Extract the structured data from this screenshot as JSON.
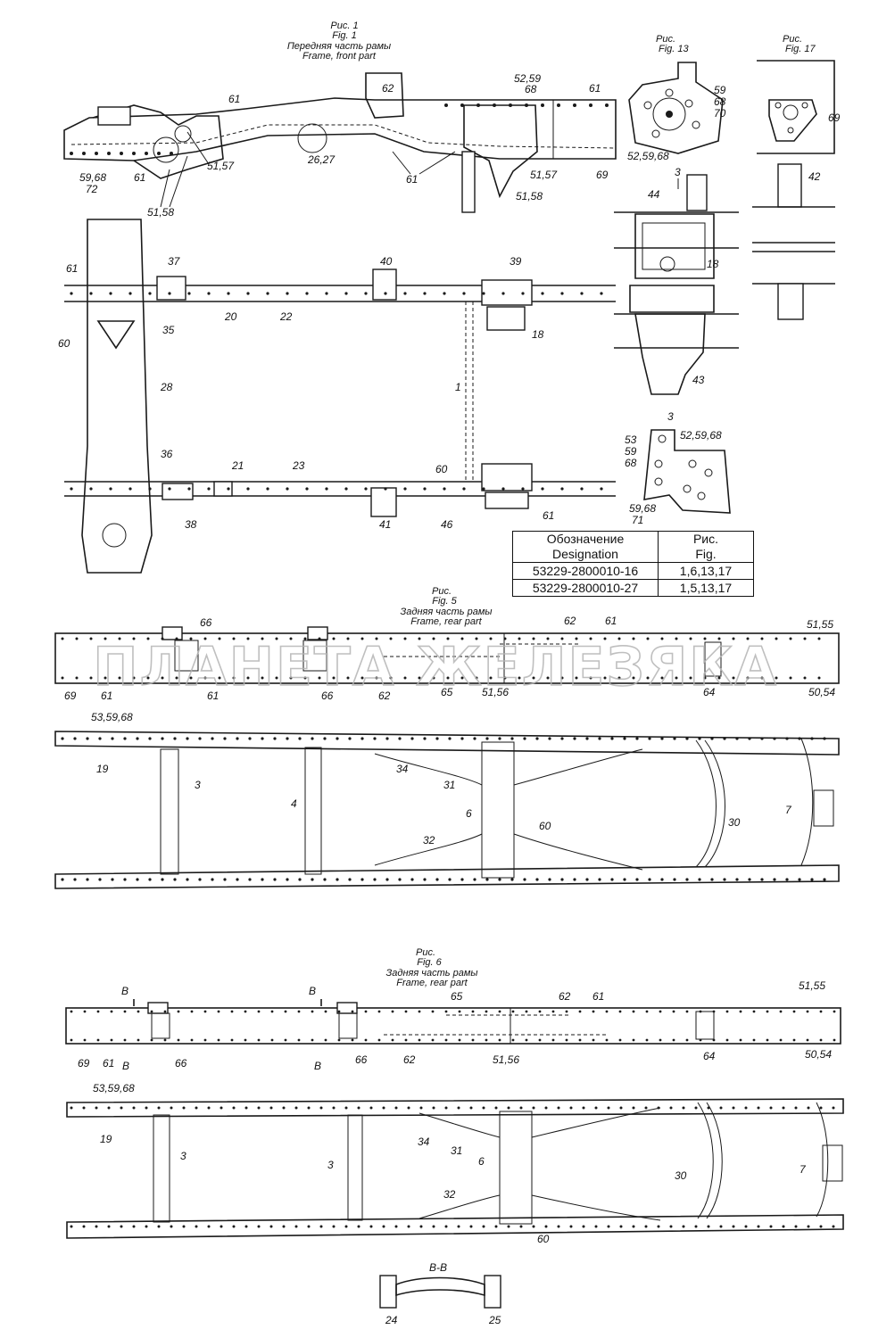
{
  "captions": {
    "fig1": {
      "num_ru": "Рис. 1",
      "num_en": "Fig. 1",
      "title_ru": "Передняя часть рамы",
      "title_en": "Frame, front part"
    },
    "fig13": {
      "num_ru": "Рис.",
      "num_en": "Fig. 13"
    },
    "fig17": {
      "num_ru": "Рис.",
      "num_en": "Fig. 17"
    },
    "fig5": {
      "num_ru": "Рис.",
      "num_en": "Fig. 5",
      "title_ru": "Задняя часть рамы",
      "title_en": "Frame, rear part"
    },
    "fig6": {
      "num_ru": "Рис.",
      "num_en": "Fig. 6",
      "title_ru": "Задняя часть рамы",
      "title_en": "Frame, rear part"
    },
    "section_bb": "B-B",
    "view3a": "3",
    "view3b": "3"
  },
  "table": {
    "header": {
      "col1_ru": "Обозначение",
      "col1_en": "Designation",
      "col2_ru": "Рис.",
      "col2_en": "Fig."
    },
    "rows": [
      {
        "designation": "53229-2800010-16",
        "fig": "1,6,13,17"
      },
      {
        "designation": "53229-2800010-27",
        "fig": "1,5,13,17"
      }
    ]
  },
  "watermark": "ПЛАНЕТА ЖЕЛЕЗЯКА",
  "callouts": {
    "f1_62": "62",
    "f1_5259_68": "52,59",
    "f1_68": "68",
    "f1_61a": "61",
    "f1_61b": "61",
    "f1_2627": "26,27",
    "f1_5157a": "51,57",
    "f1_59_68_72": "59,68",
    "f1_72": "72",
    "f1_61c": "61",
    "f1_61d": "61",
    "f1_5158a": "51,58",
    "f1_5157b": "51,57",
    "f1_69": "69",
    "f1_5158b": "51,58",
    "f13_59": "59",
    "f13_68": "68",
    "f13_70": "70",
    "f13_525968": "52,59,68",
    "f17_69": "69",
    "d_3": "3",
    "d_44": "44",
    "d_18b": "18",
    "d_43": "43",
    "d_42": "42",
    "t_37": "37",
    "t_40": "40",
    "t_39": "39",
    "t_61": "61",
    "t_60a": "60",
    "t_35": "35",
    "t_20": "20",
    "t_22": "22",
    "t_18": "18",
    "t_28": "28",
    "t_1": "1",
    "t_36": "36",
    "t_21": "21",
    "t_23": "23",
    "t_60b": "60",
    "t_38": "38",
    "t_41": "41",
    "t_46": "46",
    "t_61b": "61",
    "v3_53": "53",
    "v3_59": "59",
    "v3_68": "68",
    "v3_525968": "52,59,68",
    "v3_5968": "59,68",
    "v3_71": "71",
    "f5_66a": "66",
    "f5_62a": "62",
    "f5_61a": "61",
    "f5_5155": "51,55",
    "f5_69": "69",
    "f5_61b": "61",
    "f5_61c": "61",
    "f5_66b": "66",
    "f5_62b": "62",
    "f5_65": "65",
    "f5_5156": "51,56",
    "f5_64": "64",
    "f5_5054": "50,54",
    "p5_535968": "53,59,68",
    "p5_19": "19",
    "p5_3": "3",
    "p5_4": "4",
    "p5_34": "34",
    "p5_31": "31",
    "p5_6": "6",
    "p5_30": "30",
    "p5_7": "7",
    "p5_32": "32",
    "p5_60": "60",
    "f6_Ba": "B",
    "f6_Bb": "B",
    "f6_65": "65",
    "f6_62a": "62",
    "f6_61a": "61",
    "f6_5155": "51,55",
    "f6_69": "69",
    "f6_61b": "61",
    "f6_Bc": "B",
    "f6_66a": "66",
    "f6_Bd": "B",
    "f6_66b": "66",
    "f6_62b": "62",
    "f6_5156": "51,56",
    "f6_64": "64",
    "f6_5054": "50,54",
    "p6_535968": "53,59,68",
    "p6_19": "19",
    "p6_3a": "3",
    "p6_3b": "3",
    "p6_34": "34",
    "p6_31": "31",
    "p6_6": "6",
    "p6_30": "30",
    "p6_7": "7",
    "p6_32": "32",
    "p6_60": "60",
    "bb_24": "24",
    "bb_25": "25"
  }
}
